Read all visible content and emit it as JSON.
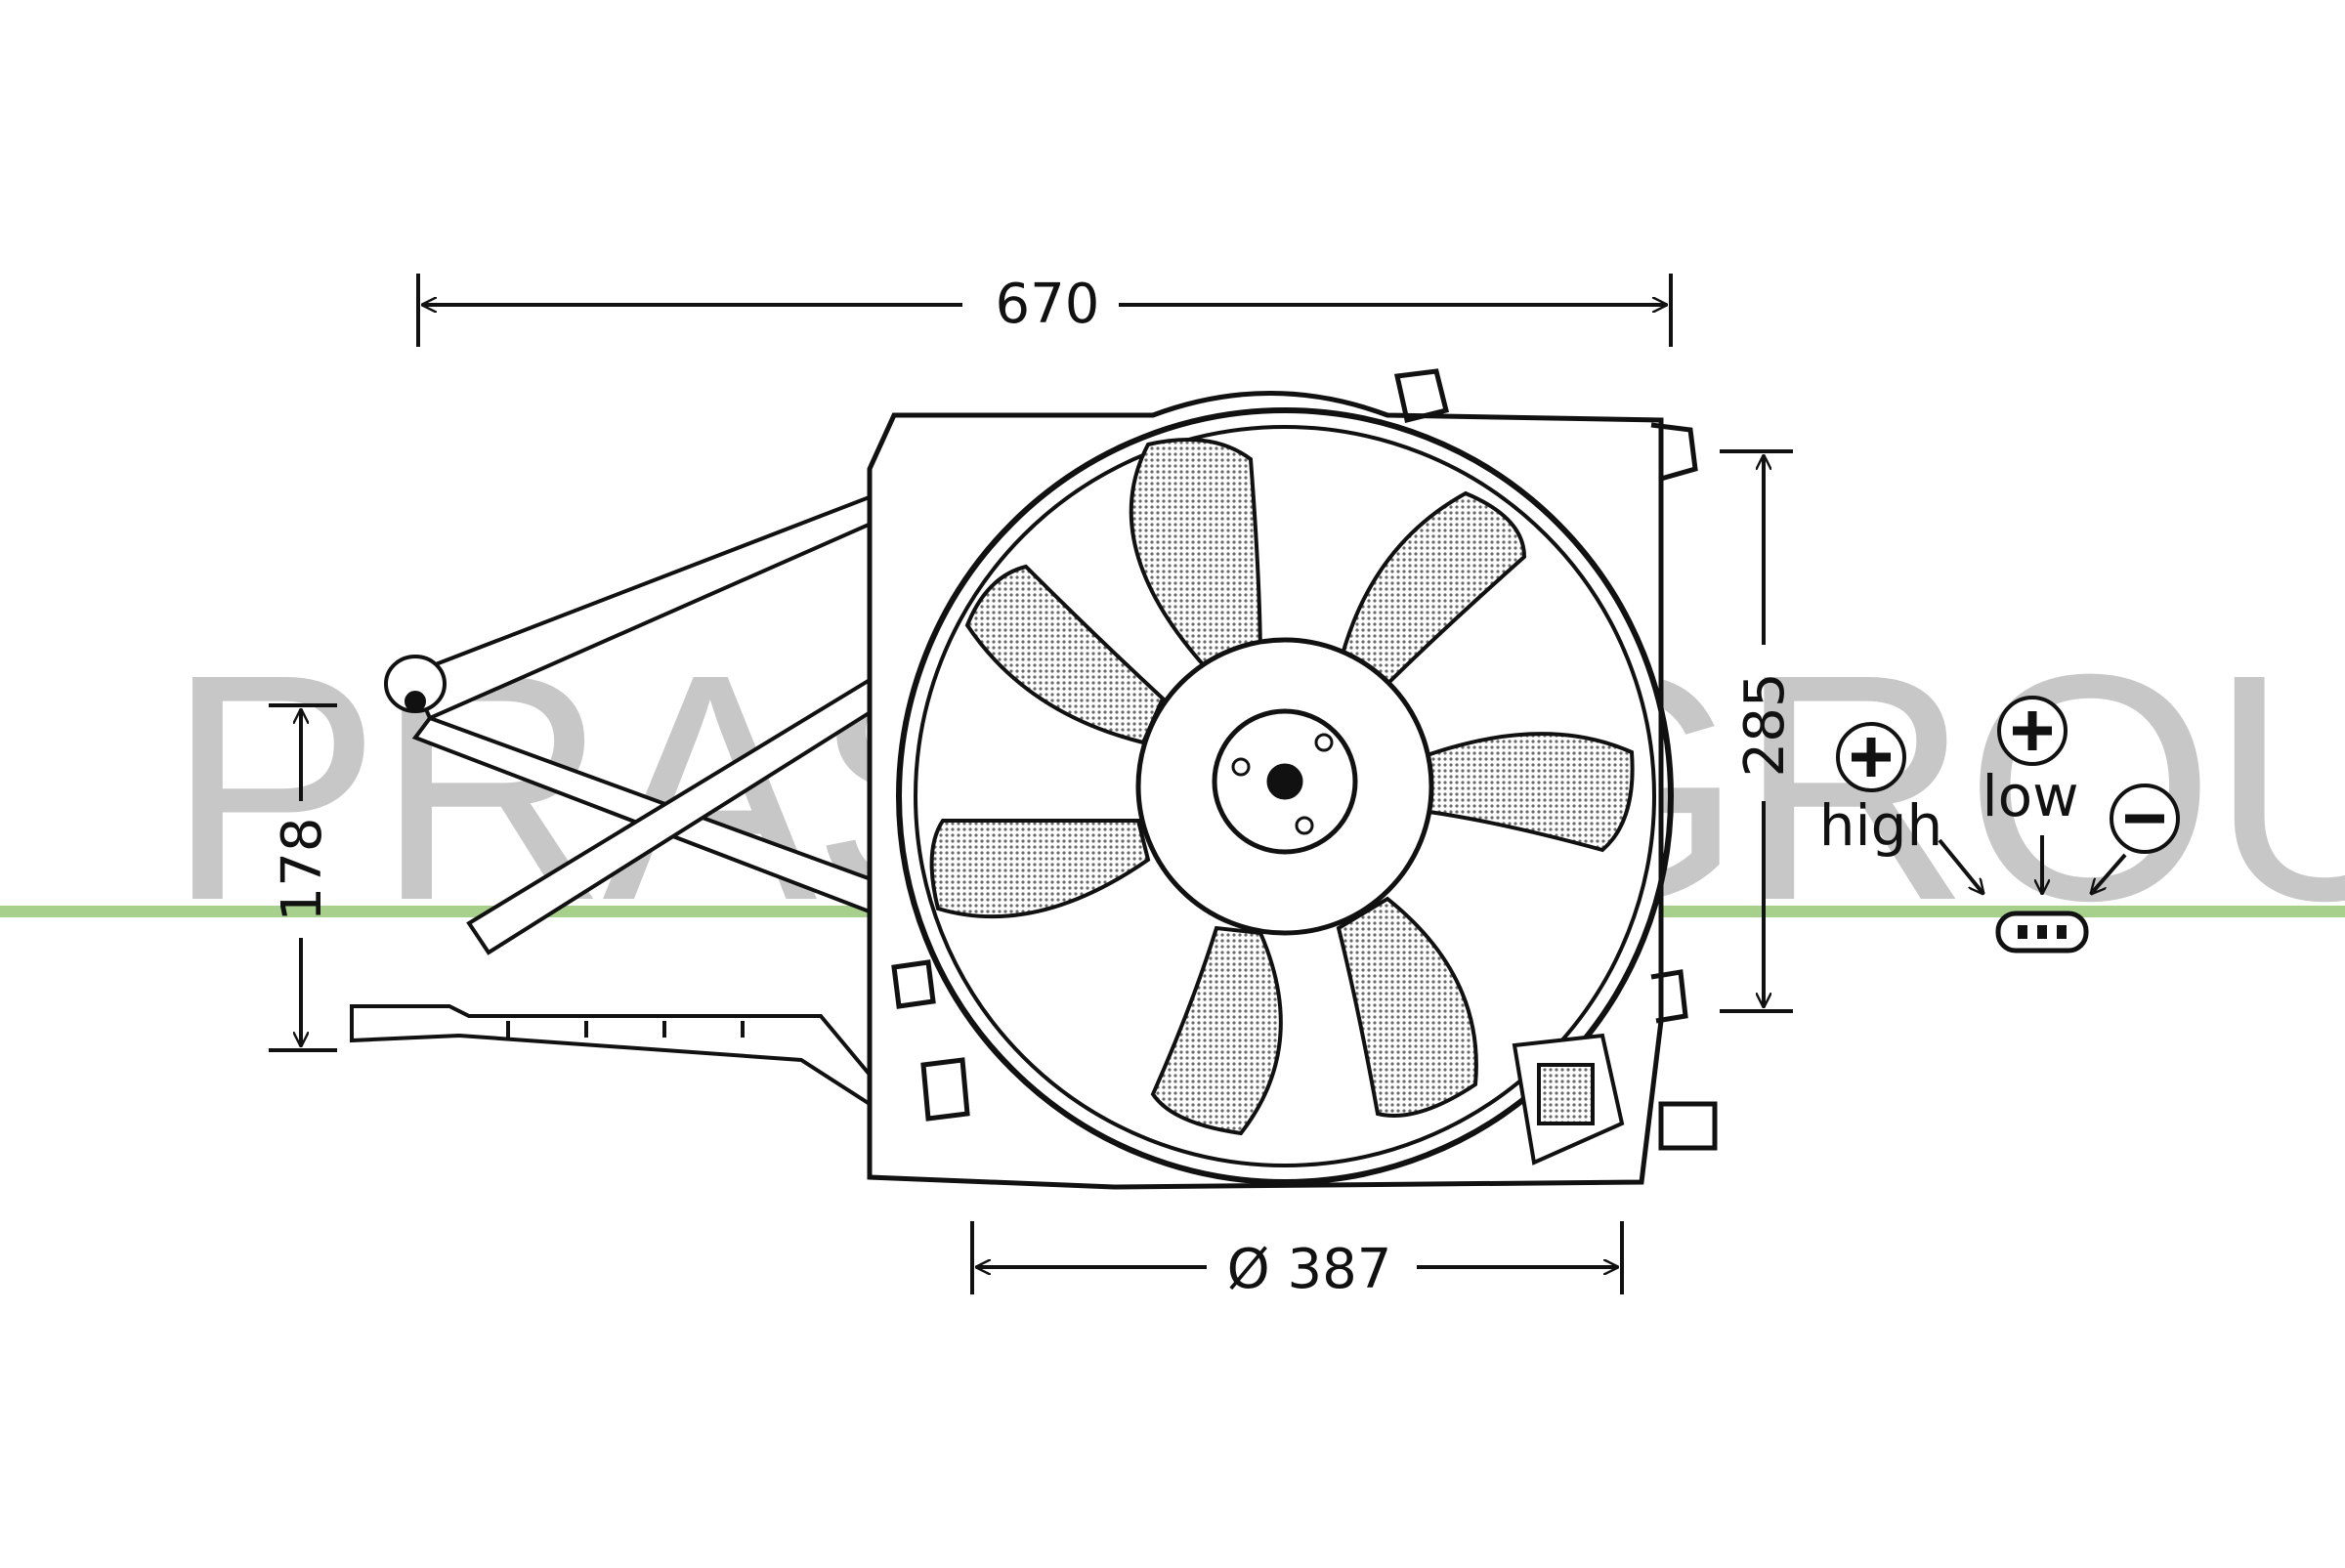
{
  "watermark": {
    "text": "PRASCOGROUP"
  },
  "dimensions": {
    "width": "670",
    "height": "285",
    "bracket_height": "178",
    "fan_diameter": "Ø 387"
  },
  "connector": {
    "high_label": "high",
    "low_label": "low"
  },
  "colors": {
    "line": "#111111",
    "blade_fill": "#9a9a9a",
    "watermark": "#c7c7c7",
    "accent_line": "#a8d08d"
  }
}
